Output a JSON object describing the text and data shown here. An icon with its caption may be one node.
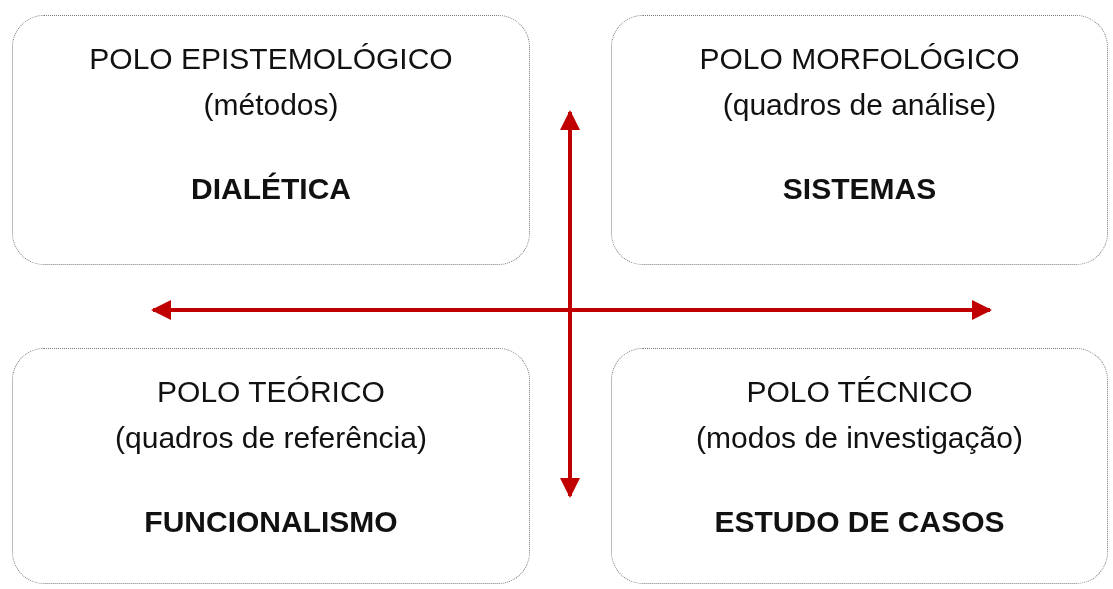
{
  "diagram": {
    "nodes": [
      {
        "text": [
          "POLO EPISTEMOLÓGICO",
          "(métodos)",
          "DIALÉTICA"
        ]
      },
      {
        "text": [
          "POLO MORFOLÓGICO",
          "(quadros de análise)",
          "SISTEMAS"
        ]
      },
      {
        "text": [
          "POLO TEÓRICO",
          "(quadros de referência)",
          "FUNCIONALISMO"
        ]
      },
      {
        "text": [
          "POLO TÉCNICO",
          "(modos de investigação)",
          "ESTUDO DE CASOS"
        ]
      }
    ]
  }
}
